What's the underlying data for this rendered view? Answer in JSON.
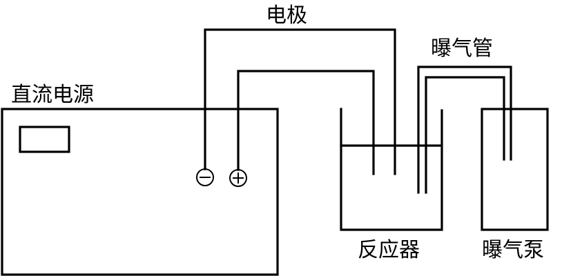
{
  "labels": {
    "electrode": "电极",
    "aeration_tube": "曝气管",
    "dc_power": "直流电源",
    "reactor": "反应器",
    "aeration_pump": "曝气泵"
  },
  "terminals": {
    "negative": "−",
    "positive": "+"
  },
  "colors": {
    "line": "#000000",
    "background": "#ffffff"
  }
}
